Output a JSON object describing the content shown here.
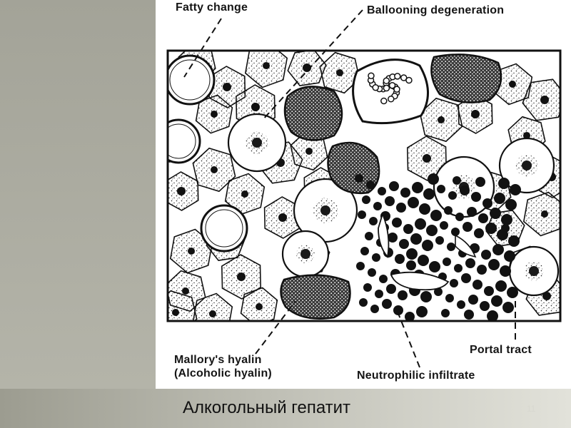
{
  "figure": {
    "labels": {
      "fatty_change": "Fatty change",
      "ballooning_degeneration": "Ballooning degeneration",
      "mallory_hyalin": "Mallory's hyalin",
      "alcoholic_hyalin": "(Alcoholic hyalin)",
      "portal_tract": "Portal tract",
      "neutrophilic_infiltrate": "Neutrophilic infiltrate"
    }
  },
  "slide": {
    "caption": "Алкогольный гепатит",
    "number": "11"
  }
}
